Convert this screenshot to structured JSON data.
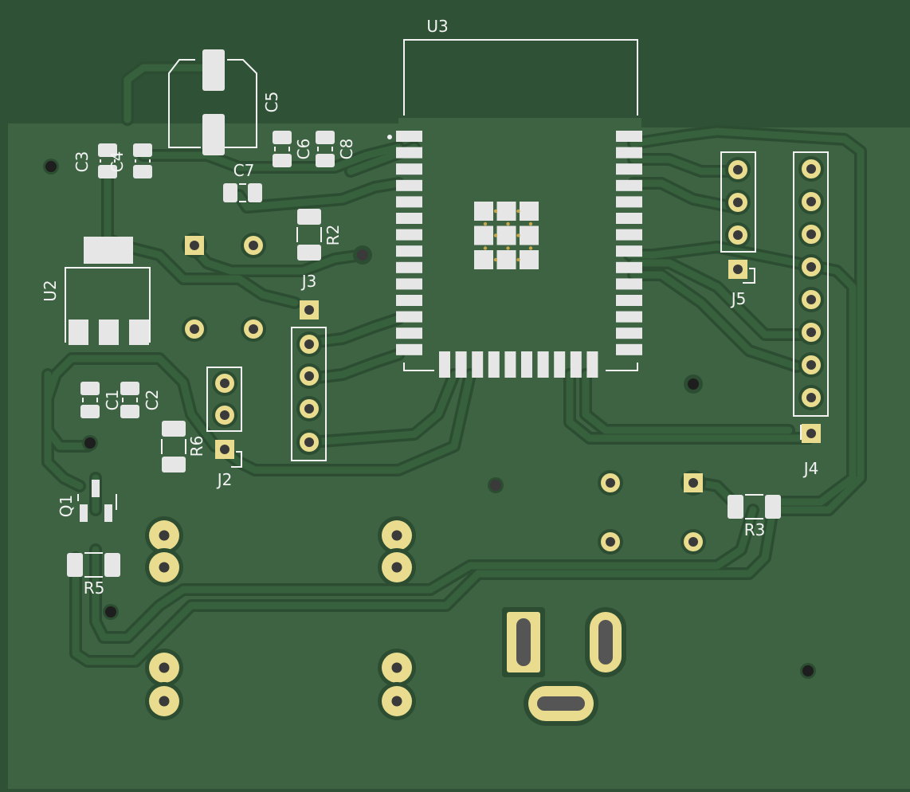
{
  "board": {
    "colors": {
      "background": "#2f5236",
      "board": "#3d6343",
      "trace": "#345a3a",
      "trace_edge": "#2c4d31",
      "silkscreen": "#f2f2f2",
      "pad_gold": "#e9dc8e",
      "pad_white": "#e6e6e6",
      "drill": "#2a2a2a",
      "hole": "#1e1e1e"
    }
  },
  "labels": {
    "U3": "U3",
    "C5": "C5",
    "C3": "C3",
    "C4": "C4",
    "C6": "C6",
    "C8": "C8",
    "C7": "C7",
    "R2": "R2",
    "U2": "U2",
    "J3": "J3",
    "J5": "J5",
    "J4": "J4",
    "C1": "C1",
    "C2": "C2",
    "R6": "R6",
    "J2": "J2",
    "Q1": "Q1",
    "R5": "R5",
    "R3": "R3"
  }
}
